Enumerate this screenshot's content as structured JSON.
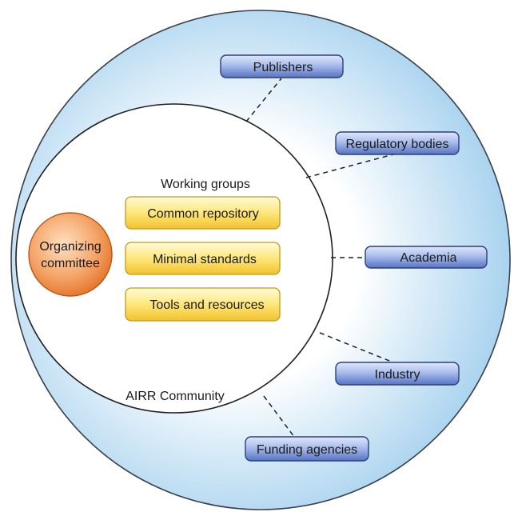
{
  "outer_ring": {
    "items": [
      {
        "label": "Publishers"
      },
      {
        "label": "Regulatory bodies"
      },
      {
        "label": "Academia"
      },
      {
        "label": "Industry"
      },
      {
        "label": "Funding agencies"
      }
    ]
  },
  "community": {
    "label": "AIRR Community",
    "working_groups_title": "Working groups",
    "working_groups": [
      {
        "label": "Common repository"
      },
      {
        "label": "Minimal standards"
      },
      {
        "label": "Tools and resources"
      }
    ],
    "organizing_committee": {
      "line1": "Organizing",
      "line2": "committee"
    }
  },
  "colors": {
    "outer_fill_center": "#ffffff",
    "outer_fill_edge": "#a9d3ef",
    "pill_fill_top": "#c9d6f4",
    "pill_fill_bottom": "#5a78c8",
    "pill_stroke": "#2d3f78",
    "wg_fill_top": "#fff6b8",
    "wg_fill_bottom": "#f2c32c",
    "wg_stroke": "#c49a1c",
    "org_fill_center": "#fcd3a8",
    "org_fill_edge": "#e9782c",
    "org_stroke": "#b35a1c"
  }
}
